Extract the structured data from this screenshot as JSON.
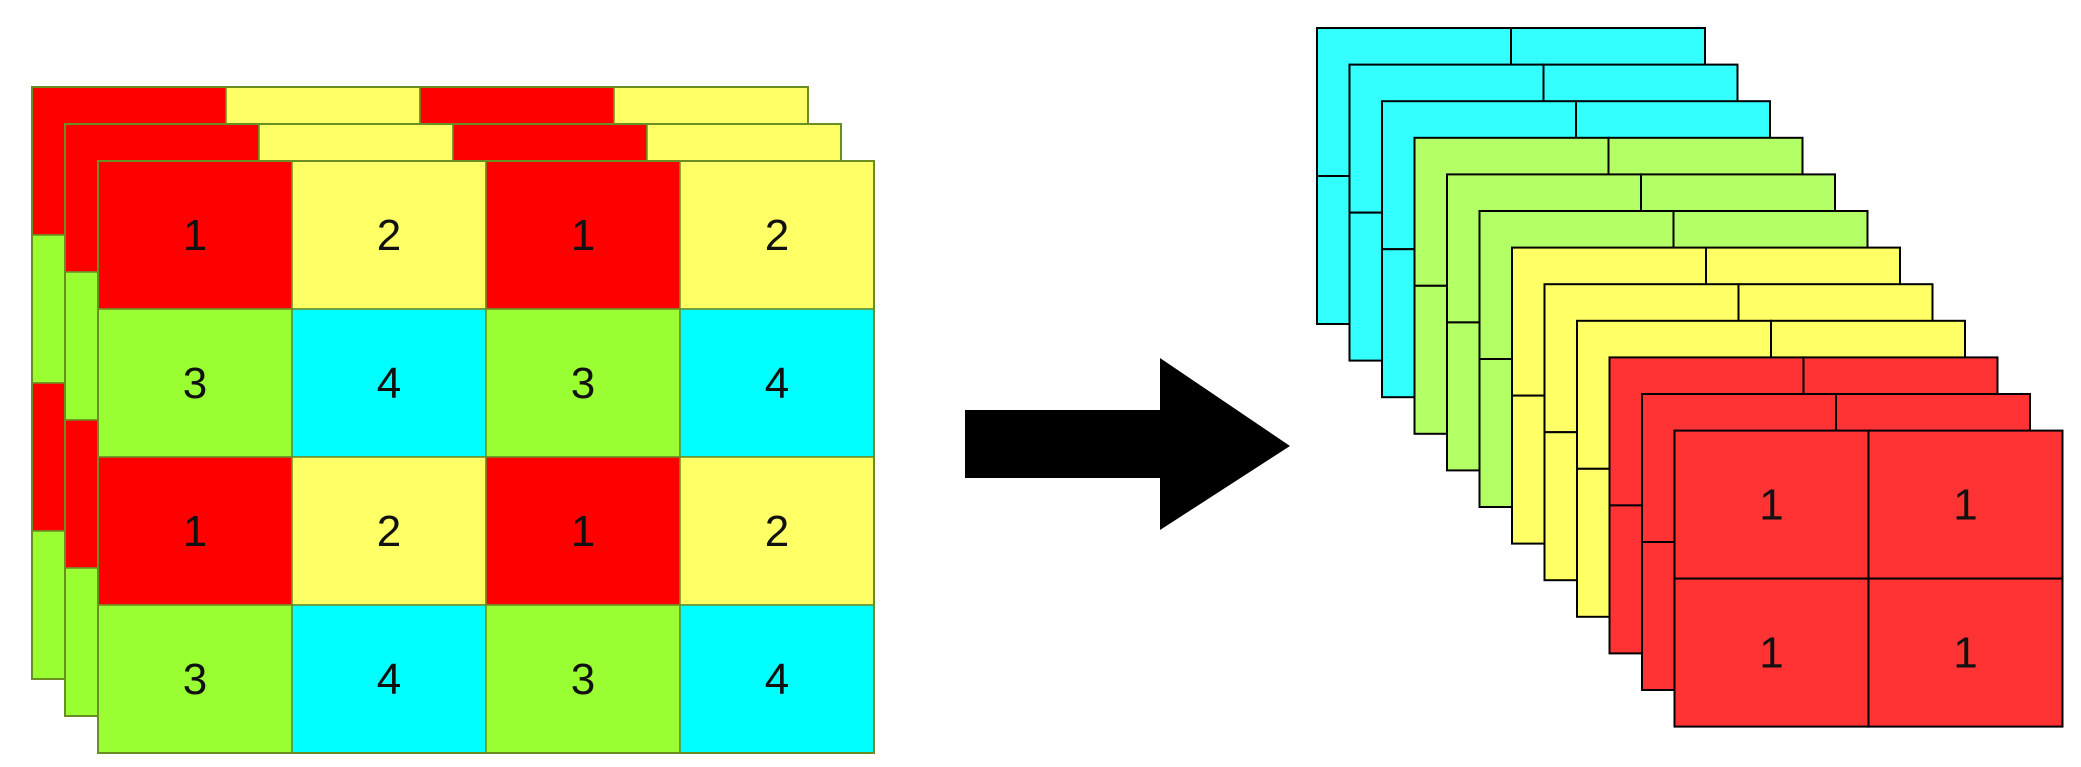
{
  "colors": {
    "phase_1": "#ff0000",
    "phase_2": "#ffff66",
    "phase_3": "#99ff33",
    "phase_4": "#00ffff",
    "out_phase_1": "#ff3333",
    "out_phase_2": "#ffff66",
    "out_phase_3": "#b3ff66",
    "out_phase_4": "#33ffff",
    "arrow": "#000000",
    "cell_border": "#6b8e23",
    "stack_border": "#000000"
  },
  "input_stack": {
    "layers": 3,
    "grid_rows": 4,
    "grid_cols": 4,
    "pattern": [
      [
        "1",
        "2",
        "1",
        "2"
      ],
      [
        "3",
        "4",
        "3",
        "4"
      ],
      [
        "1",
        "2",
        "1",
        "2"
      ],
      [
        "3",
        "4",
        "3",
        "4"
      ]
    ]
  },
  "arrow": {
    "icon": "right-arrow-icon"
  },
  "output_stack": {
    "layer_phases": [
      4,
      4,
      4,
      3,
      3,
      3,
      2,
      2,
      2,
      1,
      1,
      1
    ],
    "front_labels": [
      [
        "1",
        "1"
      ],
      [
        "1",
        "1"
      ]
    ]
  }
}
